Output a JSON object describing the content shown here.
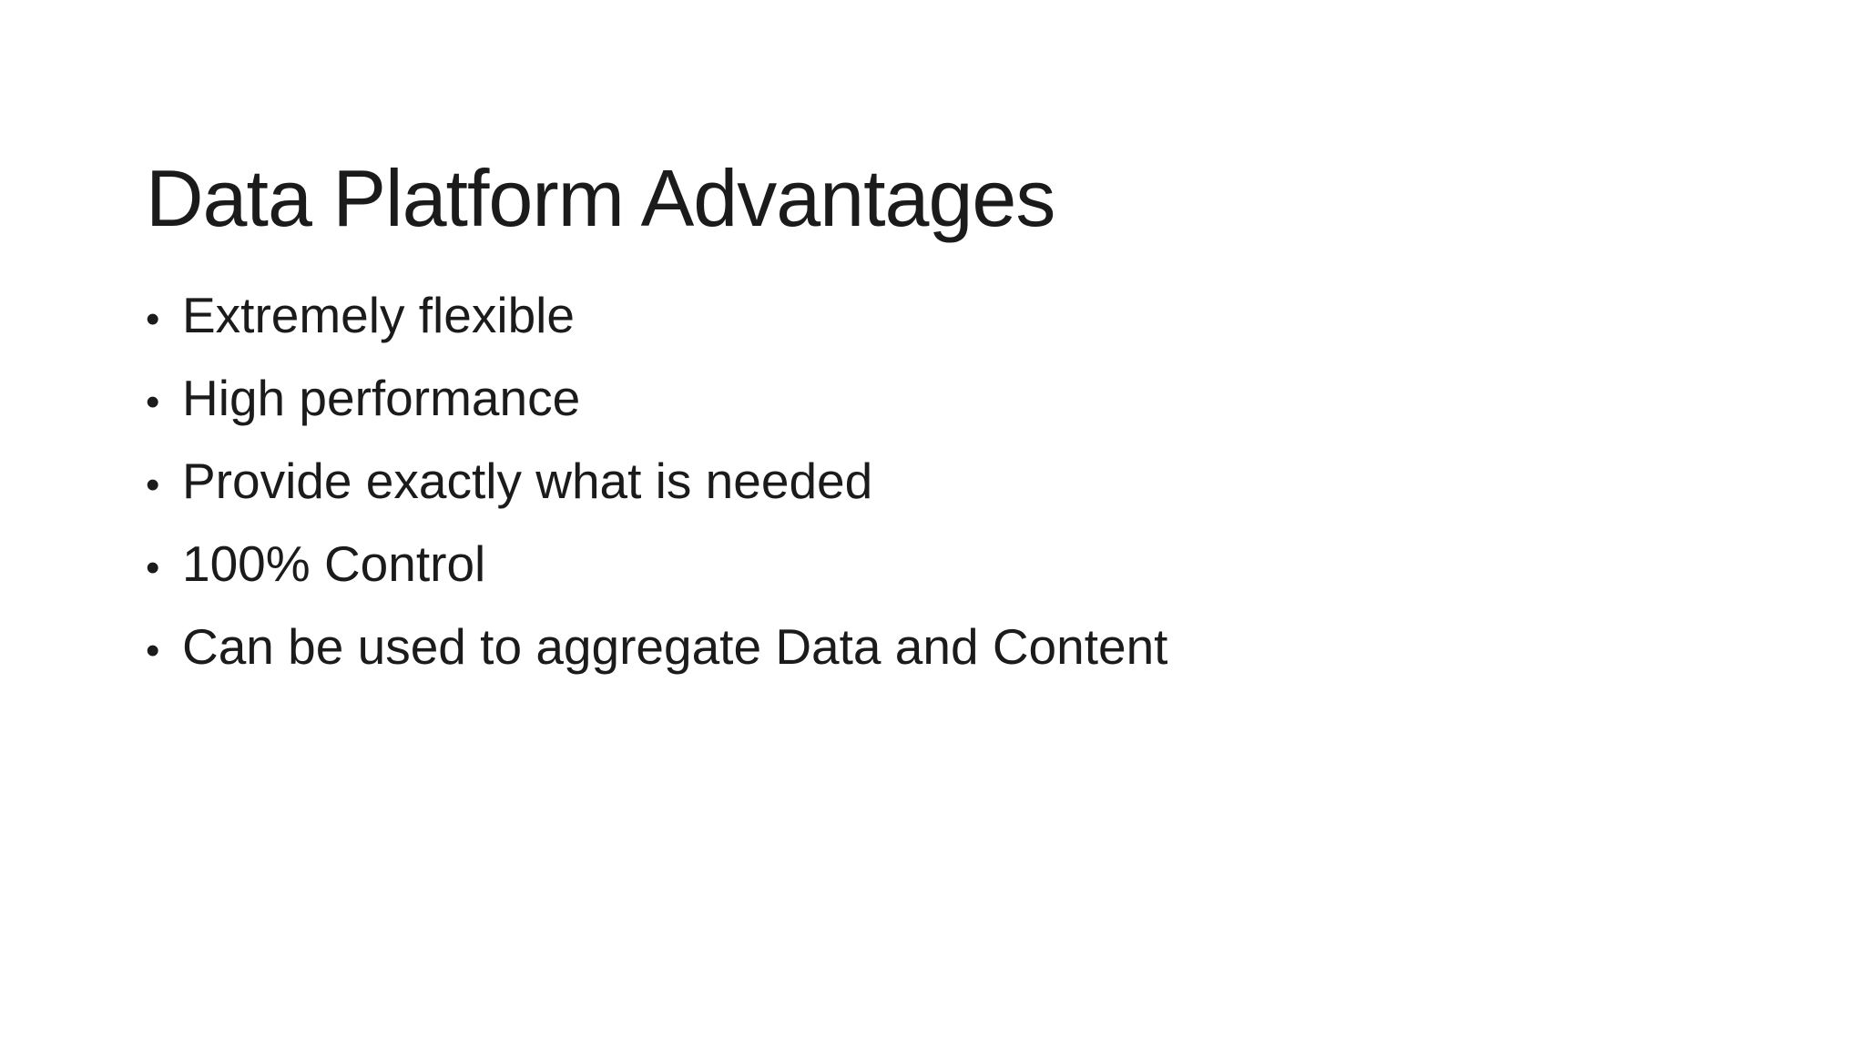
{
  "slide": {
    "title": "Data Platform Advantages",
    "bullet_char": "•",
    "bullets": [
      "Extremely flexible",
      "High performance",
      "Provide exactly what is needed",
      "100% Control",
      "Can be used to aggregate Data and Content"
    ],
    "colors": {
      "background": "#ffffff",
      "text": "#1b1b1b"
    }
  }
}
